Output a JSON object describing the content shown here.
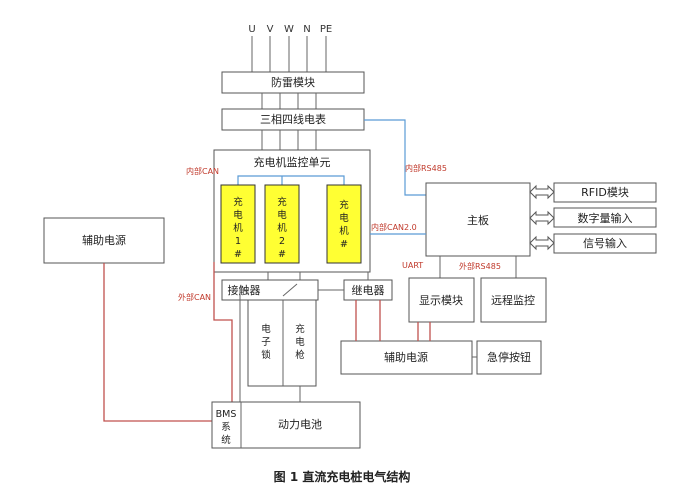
{
  "phases": [
    "U",
    "V",
    "W",
    "N",
    "PE"
  ],
  "lightning_module": "防雷模块",
  "meter": "三相四线电表",
  "monitor_unit": "充电机监控单元",
  "chargers": [
    {
      "chars": [
        "充",
        "电",
        "机",
        "1",
        "#"
      ]
    },
    {
      "chars": [
        "充",
        "电",
        "机",
        "2",
        "#"
      ]
    },
    {
      "chars": [
        "充",
        "电",
        "机",
        "#"
      ]
    }
  ],
  "main_board": "主板",
  "rfid": "RFID模块",
  "digital_input": "数字量输入",
  "signal_input": "信号输入",
  "aux_power_left": "辅助电源",
  "aux_power_bottom": "辅助电源",
  "contactor": "接触器",
  "relay": "继电器",
  "display": "显示模块",
  "remote": "远程监控",
  "emergency": "急停按钮",
  "e_lock": [
    "电",
    "子",
    "锁"
  ],
  "gun": [
    "充",
    "电",
    "枪"
  ],
  "bms": [
    "BMS",
    "系",
    "统"
  ],
  "battery": "动力电池",
  "labels": {
    "inner_can": "内部CAN",
    "inner_rs485": "内部RS485",
    "inner_can2": "内部CAN2.0",
    "uart": "UART",
    "outer_rs485": "外部RS485",
    "outer_can": "外部CAN"
  },
  "caption": "图 1 直流充电桩电气结构"
}
